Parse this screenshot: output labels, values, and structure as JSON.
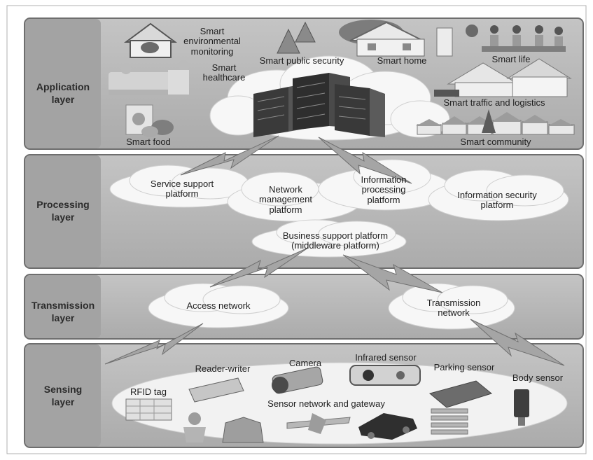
{
  "layers": [
    {
      "key": "application",
      "label": "Application\nlayer"
    },
    {
      "key": "processing",
      "label": "Processing\nlayer"
    },
    {
      "key": "transmission",
      "label": "Transmission\nlayer"
    },
    {
      "key": "sensing",
      "label": "Sensing\nlayer"
    }
  ],
  "application": {
    "items": [
      {
        "label": "Smart\nenvironmental\nmonitoring"
      },
      {
        "label": "Smart\nhealthcare"
      },
      {
        "label": "Smart food"
      },
      {
        "label": "Smart public security"
      },
      {
        "label": "Smart home"
      },
      {
        "label": "Smart life"
      },
      {
        "label": "Smart traffic and logistics"
      },
      {
        "label": "Smart community"
      }
    ]
  },
  "processing": {
    "platforms": [
      {
        "label": "Service support\nplatform"
      },
      {
        "label": "Network\nmanagement\nplatform"
      },
      {
        "label": "Information\nprocessing\nplatform"
      },
      {
        "label": "Information security\nplatform"
      },
      {
        "label": "Business support platform\n(middleware platform)"
      }
    ]
  },
  "transmission": {
    "networks": [
      {
        "label": "Access network"
      },
      {
        "label": "Transmission\nnetwork"
      }
    ]
  },
  "sensing": {
    "devices": [
      {
        "label": "RFID tag"
      },
      {
        "label": "Reader-writer"
      },
      {
        "label": "Camera"
      },
      {
        "label": "Infrared sensor"
      },
      {
        "label": "Parking sensor"
      },
      {
        "label": "Body sensor"
      },
      {
        "label": "Sensor network and gateway"
      }
    ]
  },
  "colors": {
    "panel_fill": "#b9b9b9",
    "panel_stroke": "#6e6e6e",
    "label_column": "#9c9c9c",
    "cloud": "#f7f7f7",
    "bolt": "#9a9a9a"
  }
}
